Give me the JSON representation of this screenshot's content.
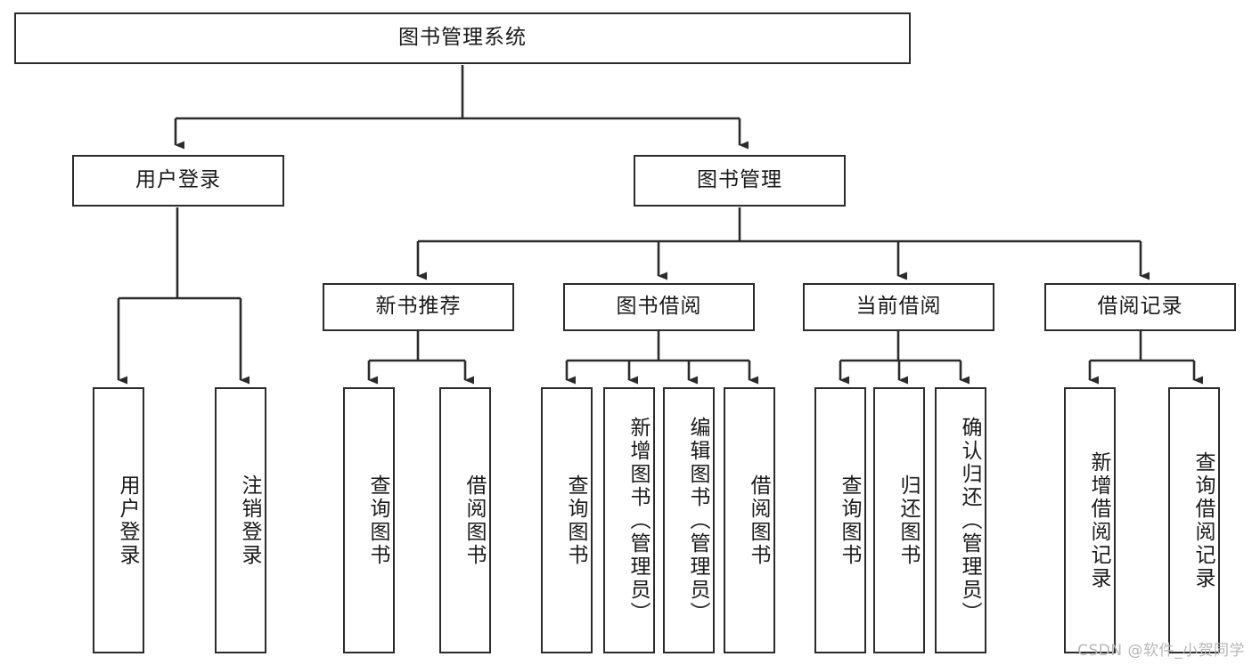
{
  "diagram": {
    "title": "图书管理系统",
    "type": "tree-hierarchy",
    "root": {
      "label": "图书管理系统",
      "orientation": "horizontal"
    },
    "level2": [
      {
        "label": "用户登录",
        "orientation": "horizontal"
      },
      {
        "label": "图书管理",
        "orientation": "horizontal"
      }
    ],
    "level3": [
      {
        "label": "新书推荐",
        "orientation": "horizontal"
      },
      {
        "label": "图书借阅",
        "orientation": "horizontal"
      },
      {
        "label": "当前借阅",
        "orientation": "horizontal"
      },
      {
        "label": "借阅记录",
        "orientation": "horizontal"
      }
    ],
    "leaves": {
      "user_login": [
        {
          "label": "用户登录",
          "orientation": "vertical"
        },
        {
          "label": "注销登录",
          "orientation": "vertical"
        }
      ],
      "new_book_recommend": [
        {
          "label": "查询图书",
          "orientation": "vertical"
        },
        {
          "label": "借阅图书",
          "orientation": "vertical"
        }
      ],
      "book_borrow": [
        {
          "label": "查询图书",
          "orientation": "vertical"
        },
        {
          "label": "新增图书（管理员）",
          "orientation": "vertical"
        },
        {
          "label": "编辑图书（管理员）",
          "orientation": "vertical"
        },
        {
          "label": "借阅图书",
          "orientation": "vertical"
        }
      ],
      "current_borrow": [
        {
          "label": "查询图书",
          "orientation": "vertical"
        },
        {
          "label": "归还图书",
          "orientation": "vertical"
        },
        {
          "label": "确认归还（管理员）",
          "orientation": "vertical"
        }
      ],
      "borrow_record": [
        {
          "label": "新增借阅记录",
          "orientation": "vertical"
        },
        {
          "label": "查询借阅记录",
          "orientation": "vertical"
        }
      ]
    },
    "style": {
      "box_border_color": "#2b2b2b",
      "box_fill_color": "#ffffff",
      "connector_color": "#2b2b2b",
      "text_color": "#1a1a1a",
      "background_color": "#ffffff"
    }
  },
  "watermark": {
    "text": "CSDN @软件_小贺同学",
    "color": "#b7b7b7"
  }
}
